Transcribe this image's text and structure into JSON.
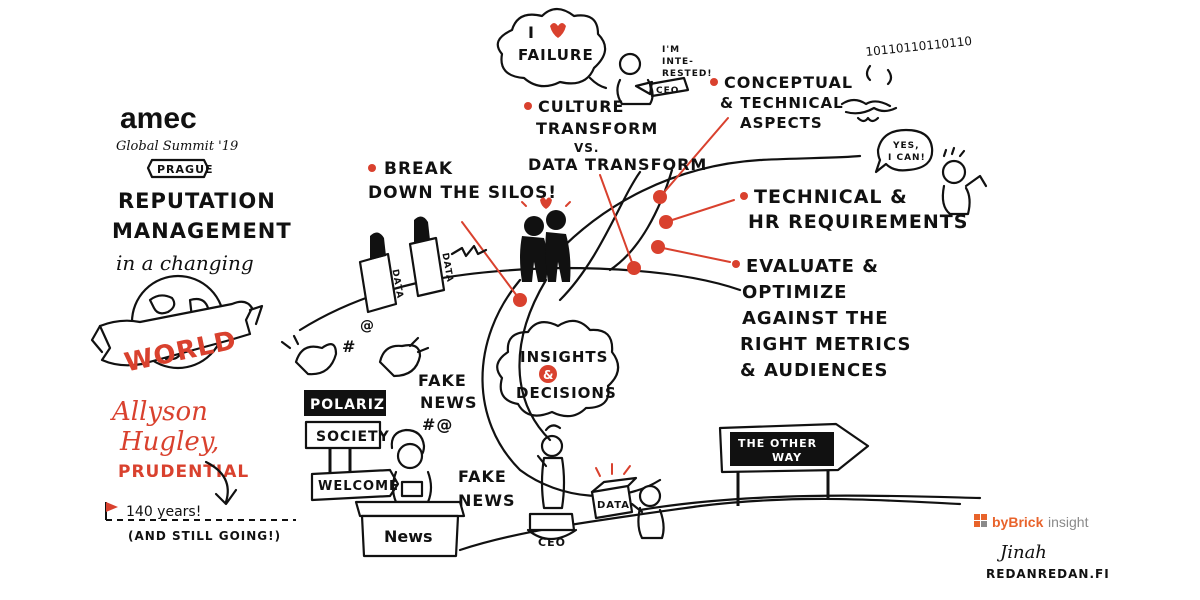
{
  "header": {
    "org": "amec",
    "event": "Global Summit '19",
    "city": "PRAGUE"
  },
  "title": {
    "line1": "REPUTATION",
    "line2": "MANAGEMENT",
    "line3": "in a changing",
    "banner": "WORLD"
  },
  "speaker": {
    "name1": "Allyson",
    "name2": "Hugley,",
    "company": "PRUDENTIAL"
  },
  "timeline": {
    "years": "140 years!",
    "note": "(AND STILL GOING!)"
  },
  "bubbles": {
    "failure_line1": "I",
    "failure_line2": "FAILURE",
    "ceo_speech_1": "I'M",
    "ceo_speech_2": "INTE-",
    "ceo_speech_3": "RESTED!",
    "ceo_tag": "CEO",
    "binary": "10110110110110",
    "yes_1": "YES,",
    "yes_2": "I CAN!"
  },
  "points": {
    "culture_1": "CULTURE",
    "culture_2": "TRANSFORM",
    "culture_3": "VS.",
    "culture_4": "DATA TRANSFORM",
    "conceptual_1": "CONCEPTUAL",
    "conceptual_2": "& TECHNICAL",
    "conceptual_3": "ASPECTS",
    "silos_1": "BREAK",
    "silos_2": "DOWN THE SILOS!",
    "tech_1": "TECHNICAL &",
    "tech_2": "HR REQUIREMENTS",
    "eval_1": "EVALUATE &",
    "eval_2": "OPTIMIZE",
    "eval_3": "AGAINST THE",
    "eval_4": "RIGHT METRICS",
    "eval_5": "& AUDIENCES"
  },
  "scene": {
    "silo_label": "DATA",
    "insights_1": "INSIGHTS",
    "insights_amp": "&",
    "insights_2": "DECISIONS",
    "polarized_1": "POLARIZED",
    "polarized_2": "SOCIETY",
    "welcome": "WELCOME",
    "news": "News",
    "fake_news_1a": "FAKE",
    "fake_news_1b": "NEWS",
    "fake_news_2a": "FAKE",
    "fake_news_2b": "NEWS",
    "hash_at": "#@",
    "ceo_pedestal": "CEO",
    "data_box": "DATA",
    "other_way_1": "THE OTHER",
    "other_way_2": "WAY"
  },
  "branding": {
    "bybrick_bold": "byBrick",
    "bybrick_light": "insight",
    "artist_sig": "Jinah",
    "artist_site": "REDANREDAN.FI"
  },
  "colors": {
    "accent_red": "#d9412e",
    "ink": "#111111",
    "brand_orange": "#e8632b",
    "brand_grey": "#8a8a8a"
  }
}
